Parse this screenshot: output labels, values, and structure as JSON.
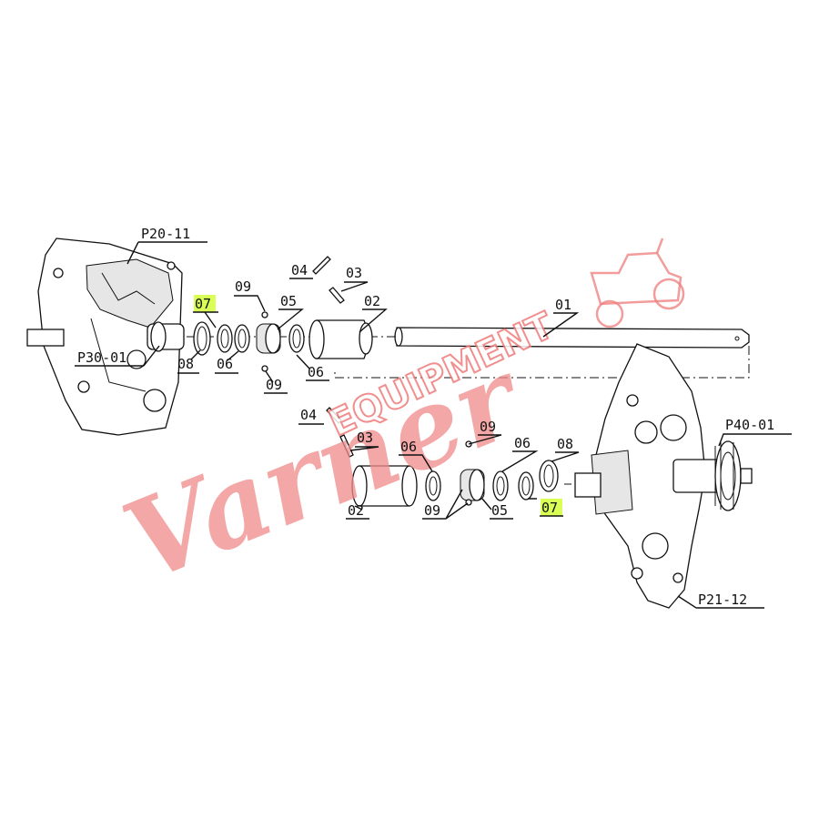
{
  "labels": {
    "p20_11": "P20-11",
    "p30_01": "P30-01",
    "p40_01": "P40-01",
    "p21_12": "P21-12",
    "n01": "01",
    "n02": "02",
    "n03": "03",
    "n04": "04",
    "n05": "05",
    "n06": "06",
    "n07": "07",
    "n08": "08",
    "n09": "09"
  },
  "watermark": {
    "script": "Varner",
    "banner": "EQUIPMENT"
  },
  "colors": {
    "highlight": "#d9ff57",
    "watermark": "#ef7b7b",
    "line": "#111111"
  }
}
